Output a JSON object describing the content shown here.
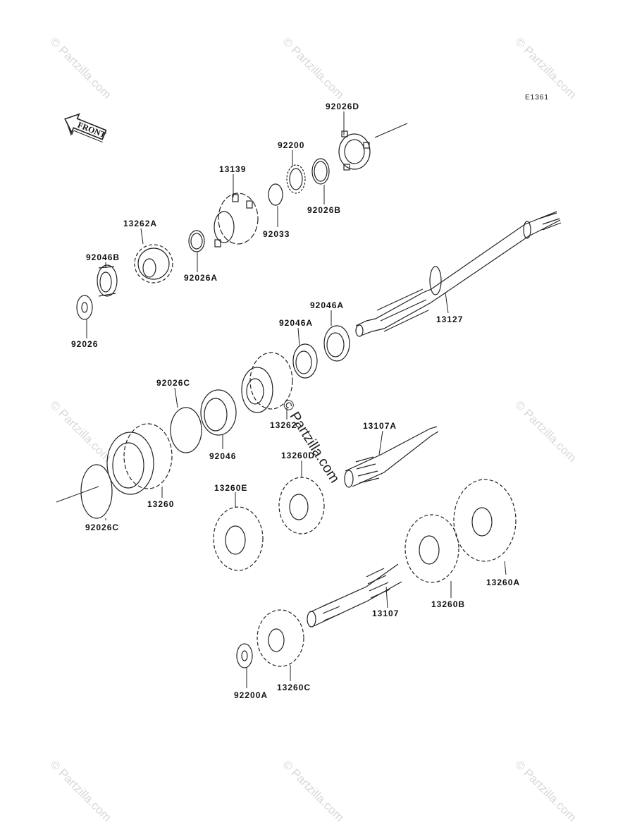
{
  "diagram": {
    "code": "E1361",
    "front_label": "FRONT",
    "watermark": "© Partzilla.com",
    "parts": [
      {
        "id": "p1",
        "label": "92026D"
      },
      {
        "id": "p2",
        "label": "92200"
      },
      {
        "id": "p3",
        "label": "13139"
      },
      {
        "id": "p4",
        "label": "92026B"
      },
      {
        "id": "p5",
        "label": "92033"
      },
      {
        "id": "p6",
        "label": "13262A"
      },
      {
        "id": "p7",
        "label": "92026A"
      },
      {
        "id": "p8",
        "label": "92046B"
      },
      {
        "id": "p9",
        "label": "92026"
      },
      {
        "id": "p10",
        "label": "13127"
      },
      {
        "id": "p11",
        "label": "92046A"
      },
      {
        "id": "p12",
        "label": "92046A"
      },
      {
        "id": "p13",
        "label": "92026C"
      },
      {
        "id": "p14",
        "label": "13262"
      },
      {
        "id": "p15",
        "label": "92046"
      },
      {
        "id": "p16",
        "label": "13107A"
      },
      {
        "id": "p17",
        "label": "13260D"
      },
      {
        "id": "p18",
        "label": "13260"
      },
      {
        "id": "p19",
        "label": "13260E"
      },
      {
        "id": "p20",
        "label": "92026C"
      },
      {
        "id": "p21",
        "label": "13260A"
      },
      {
        "id": "p22",
        "label": "13107"
      },
      {
        "id": "p23",
        "label": "13260B"
      },
      {
        "id": "p24",
        "label": "92200A"
      },
      {
        "id": "p25",
        "label": "13260C"
      }
    ]
  }
}
